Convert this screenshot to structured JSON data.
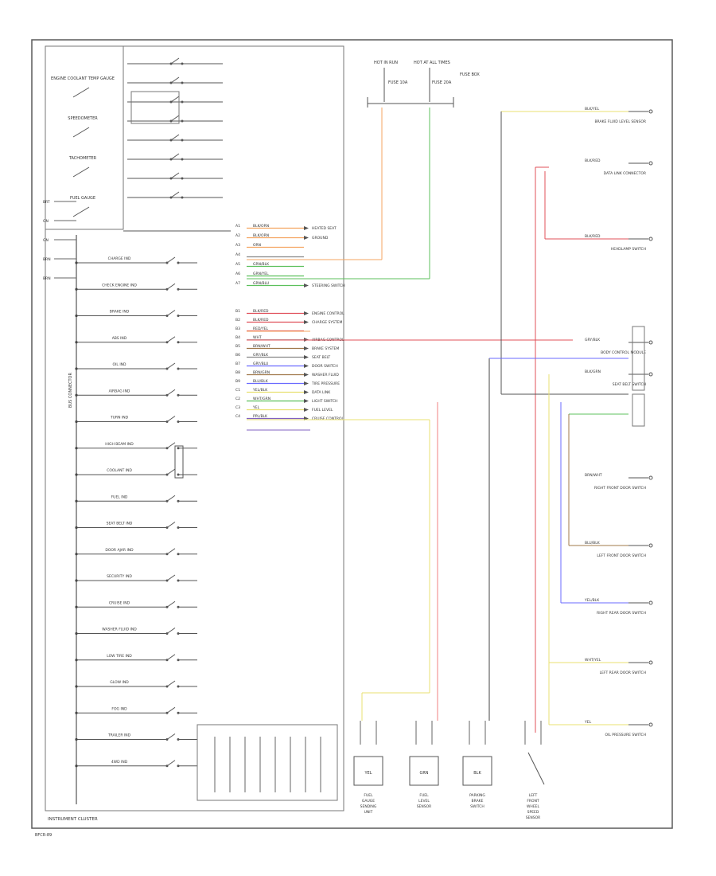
{
  "diagram": {
    "footer_label": "INSTRUMENT CLUSTER",
    "page_code": "BFCR-89",
    "colors": {
      "frame": "#5a5a5a",
      "wire_black": "#444444",
      "wire_orange": "#f4a460",
      "wire_green": "#5cc05c",
      "wire_red": "#e0505a",
      "wire_yellow": "#e8e070",
      "wire_blue": "#6a6aff",
      "wire_purple": "#8060c0",
      "wire_pink": "#f08080"
    }
  },
  "cluster": {
    "top_gauges": [
      "ENGINE COOLANT TEMP GAUGE",
      "SPEEDOMETER",
      "TACHOMETER",
      "FUEL GAUGE"
    ],
    "left_pins": [
      "BRT",
      "GN",
      "GN",
      "BRN",
      "BRN"
    ],
    "trunk_label": "BUS CONNECTOR",
    "indicators": [
      "CHARGE IND",
      "CHECK ENGINE IND",
      "BRAKE IND",
      "ABS IND",
      "OIL IND",
      "AIRBAG IND",
      "TURN IND",
      "HIGH BEAM IND",
      "COOLANT IND",
      "FUEL IND",
      "SEAT BELT IND",
      "DOOR AJAR IND",
      "SECURITY IND",
      "CRUISE IND",
      "WASHER FLUID IND",
      "LOW TIRE IND",
      "GLOW IND",
      "FOG IND",
      "TRAILER IND",
      "4WD IND"
    ]
  },
  "connector_rows": [
    {
      "pin": "A1",
      "color": "BLK/ORN",
      "dest": "HEATED SEAT"
    },
    {
      "pin": "A2",
      "color": "BLK/ORN",
      "dest": "GROUND"
    },
    {
      "pin": "A3",
      "color": "ORN",
      "dest": ""
    },
    {
      "pin": "A4",
      "color": "",
      "dest": ""
    },
    {
      "pin": "A5",
      "color": "GRN/BLK",
      "dest": ""
    },
    {
      "pin": "A6",
      "color": "GRN/YEL",
      "dest": ""
    },
    {
      "pin": "A7",
      "color": "GRN/BLU",
      "dest": "STEERING SWITCH"
    },
    {
      "pin": "B1",
      "color": "BLK/RED",
      "dest": "ENGINE CONTROL"
    },
    {
      "pin": "B2",
      "color": "BLK/RED",
      "dest": "CHARGE SYSTEM"
    },
    {
      "pin": "B3",
      "color": "RED/YEL",
      "dest": ""
    },
    {
      "pin": "B4",
      "color": "WHT",
      "dest": "AIRBAG CONTROL"
    },
    {
      "pin": "B5",
      "color": "BRN/WHT",
      "dest": "BRAKE SYSTEM"
    },
    {
      "pin": "B6",
      "color": "GRY/BLK",
      "dest": "SEAT BELT"
    },
    {
      "pin": "B7",
      "color": "GRY/BLU",
      "dest": "DOOR SWITCH"
    },
    {
      "pin": "B8",
      "color": "BRN/GRN",
      "dest": "WASHER FLUID"
    },
    {
      "pin": "B9",
      "color": "BLU/BLK",
      "dest": "TIRE PRESSURE"
    },
    {
      "pin": "C1",
      "color": "YEL/BLK",
      "dest": "DATA LINK"
    },
    {
      "pin": "C2",
      "color": "WHT/GRN",
      "dest": "LIGHT SWITCH"
    },
    {
      "pin": "C3",
      "color": "YEL",
      "dest": "FUEL LEVEL"
    },
    {
      "pin": "C4",
      "color": "PPL/BLK",
      "dest": "CRUISE CONTROL"
    }
  ],
  "top_components": {
    "ign_left": "HOT IN RUN",
    "ign_right": "HOT AT ALL TIMES",
    "fuse_a": "FUSE 10A",
    "fuse_b": "FUSE 20A",
    "fuse_box": "FUSE BOX"
  },
  "right_components": [
    {
      "wire": "BLK/YEL",
      "label": "BRAKE FLUID LEVEL SENSOR"
    },
    {
      "wire": "BLK/RED",
      "label": "DATA LINK CONNECTOR"
    },
    {
      "wire": "BLK/RED",
      "label": "HEADLAMP SWITCH"
    },
    {
      "wire": "GRY/BLK",
      "label": "BODY CONTROL MODULE"
    },
    {
      "wire": "BLK/GRN",
      "label": "SEAT BELT SWITCH"
    },
    {
      "wire": "BRN/WHT",
      "label": "RIGHT FRONT DOOR SWITCH"
    },
    {
      "wire": "BLU/BLK",
      "label": "LEFT FRONT DOOR SWITCH"
    },
    {
      "wire": "YEL/BLK",
      "label": "RIGHT REAR DOOR SWITCH"
    },
    {
      "wire": "WHT/YEL",
      "label": "LEFT REAR DOOR SWITCH"
    },
    {
      "wire": "YEL",
      "label": "OIL PRESSURE SWITCH"
    }
  ],
  "bottom_components": [
    {
      "label": "FUEL GAUGE SENDING UNIT",
      "wire": "YEL"
    },
    {
      "label": "FUEL LEVEL SENSOR",
      "wire": "GRN"
    },
    {
      "label": "PARKING BRAKE SWITCH",
      "wire": "BLK"
    },
    {
      "label": "LEFT FRONT WHEEL SPEED SENSOR",
      "wire": "RED"
    }
  ]
}
